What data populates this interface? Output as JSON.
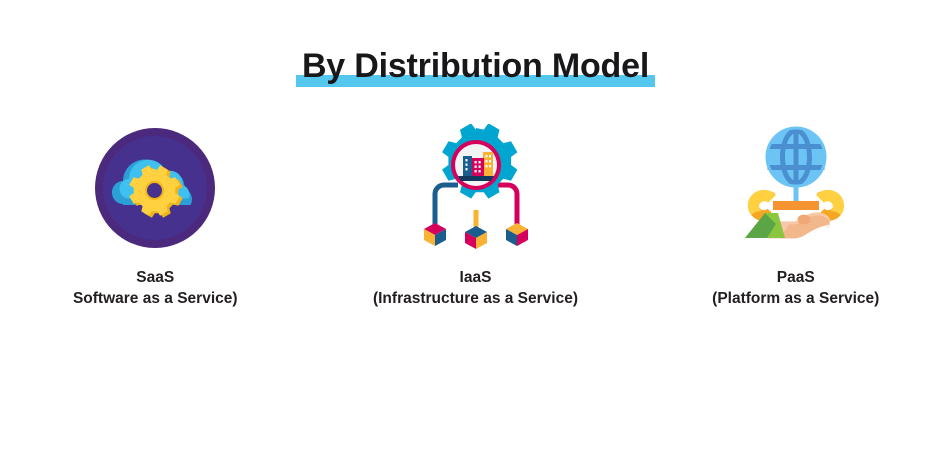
{
  "slide": {
    "background_color": "#ffffff",
    "title": "By Distribution Model",
    "title_highlight_color": "#54c7ef",
    "title_color": "#18181a"
  },
  "cards": [
    {
      "id": "saas",
      "icon_name": "cloud-gear-icon",
      "abbr": "SaaS",
      "expansion": "Software as a Service)",
      "colors": {
        "circle_outer": "#4b2a7d",
        "circle_inner": "#46318e",
        "cloud_light": "#3fc0ef",
        "cloud_dark": "#2b9fd6",
        "gear_light": "#ffd040",
        "gear_dark": "#f2b418"
      }
    },
    {
      "id": "iaas",
      "icon_name": "gear-network-icon",
      "abbr": "IaaS",
      "expansion": "(Infrastructure as a Service)",
      "colors": {
        "gear": "#00a6cf",
        "ring": "#d6005c",
        "ring_fill": "#f2f3f4",
        "building_blue": "#1a5d8f",
        "building_red": "#d6005c",
        "building_yellow": "#f9b233",
        "base": "#123a5e",
        "cube_yellow": "#f9b233",
        "cube_red": "#d6005c",
        "cube_blue": "#1a5d8f"
      }
    },
    {
      "id": "paas",
      "icon_name": "globe-wrench-hand-icon",
      "abbr": "PaaS",
      "expansion": "(Platform as a Service)",
      "colors": {
        "globe_light": "#6cc4f5",
        "globe_dark": "#4a8fd0",
        "wrench_light": "#ffd040",
        "wrench_dark": "#f5a623",
        "wrench_shaft": "#f79432",
        "hand_light": "#f7c9a8",
        "hand_dark": "#f0a875",
        "sleeve_light": "#8cc63f",
        "sleeve_dark": "#5aa545"
      }
    }
  ]
}
